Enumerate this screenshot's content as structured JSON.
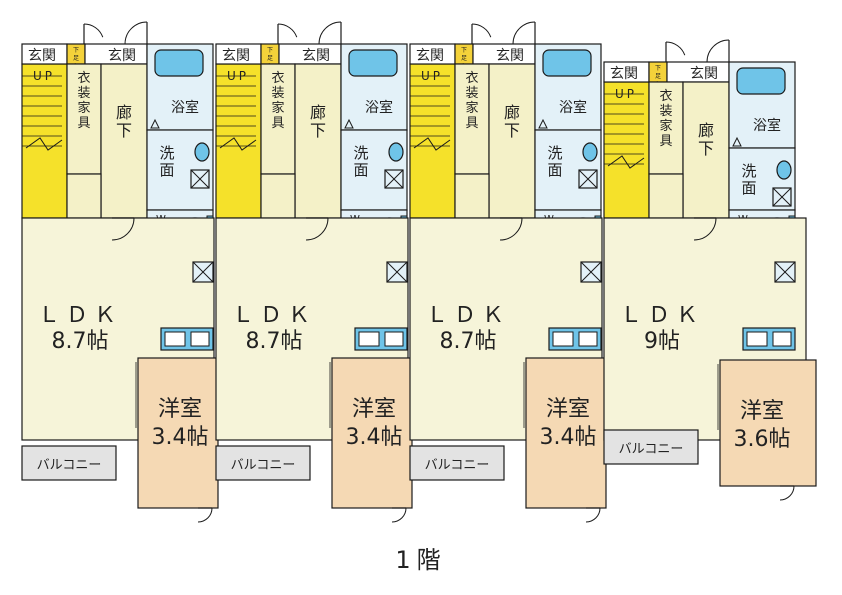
{
  "floor_label": "1階",
  "units": [
    {
      "ldk": "ＬＤＫ",
      "ldk_size": "8.7帖",
      "western": "洋室",
      "western_size": "3.4帖",
      "balcony": "バルコニー"
    },
    {
      "ldk": "ＬＤＫ",
      "ldk_size": "8.7帖",
      "western": "洋室",
      "western_size": "3.4帖",
      "balcony": "バルコニー"
    },
    {
      "ldk": "ＬＤＫ",
      "ldk_size": "8.7帖",
      "western": "洋室",
      "western_size": "3.4帖",
      "balcony": "バルコニー"
    },
    {
      "ldk": "ＬＤＫ",
      "ldk_size": "9帖",
      "western": "洋室",
      "western_size": "3.6帖",
      "balcony": "バルコニー"
    }
  ],
  "labels": {
    "entrance": "玄関",
    "shoe_box": "下足入",
    "up": "UP",
    "closet": "衣装家具",
    "hall": "廊下",
    "bath": "浴室",
    "washroom": "洗面",
    "wc": "WC"
  },
  "colors": {
    "wall": "#1a1a1a",
    "stairs": "#f5e12a",
    "corridor": "#f4f1c8",
    "ldk": "#f6f4d9",
    "western": "#f5d9b4",
    "wet_area": "#e3f1f8",
    "fixture": "#6fc4e8",
    "balcony": "#e3e3e3"
  }
}
